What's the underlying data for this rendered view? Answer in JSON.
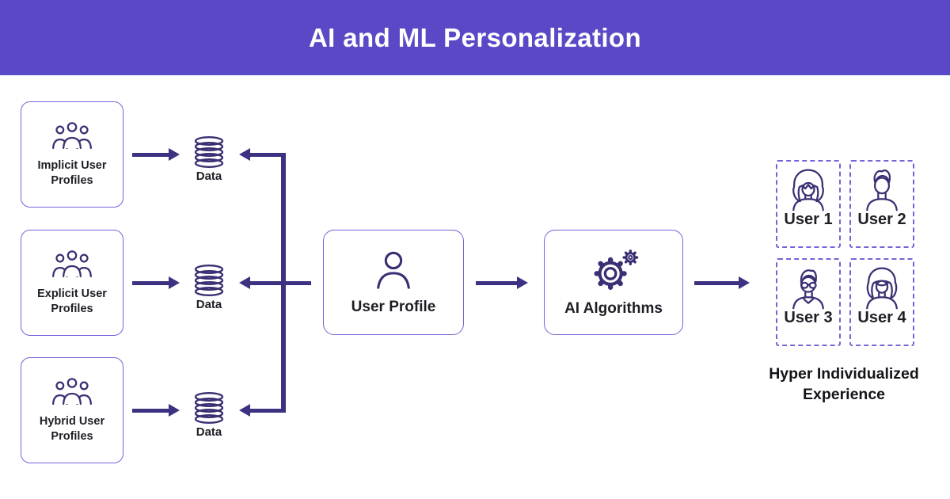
{
  "header": {
    "title": "AI and ML Personalization"
  },
  "flow": {
    "profile_boxes": [
      {
        "label": "Implicit User Profiles",
        "icon": "group-icon"
      },
      {
        "label": "Explicit User Profiles",
        "icon": "group-icon"
      },
      {
        "label": "Hybrid User Profiles",
        "icon": "group-icon"
      }
    ],
    "data_nodes": [
      {
        "label": "Data",
        "icon": "database-icon"
      },
      {
        "label": "Data",
        "icon": "database-icon"
      },
      {
        "label": "Data",
        "icon": "database-icon"
      }
    ],
    "user_profile": {
      "label": "User Profile",
      "icon": "person-icon"
    },
    "ai_algorithms": {
      "label": "AI Algorithms",
      "icon": "gears-icon"
    },
    "users": [
      {
        "label": "User 1",
        "icon": "avatar-woman-long-hair-icon"
      },
      {
        "label": "User 2",
        "icon": "avatar-man-curly-hair-icon"
      },
      {
        "label": "User 3",
        "icon": "avatar-man-glasses-icon"
      },
      {
        "label": "User 4",
        "icon": "avatar-woman-bob-hair-icon"
      }
    ],
    "outcome_label": "Hyper Individualized Experience"
  },
  "colors": {
    "header_bg": "#5a49c6",
    "title_text": "#ffffff",
    "arrow": "#3b3382",
    "icon": "#3a2f73",
    "border_solid": "#7165d9",
    "border_dashed": "#7465d6",
    "text_dark": "#1f1e26",
    "background": "#ffffff"
  }
}
